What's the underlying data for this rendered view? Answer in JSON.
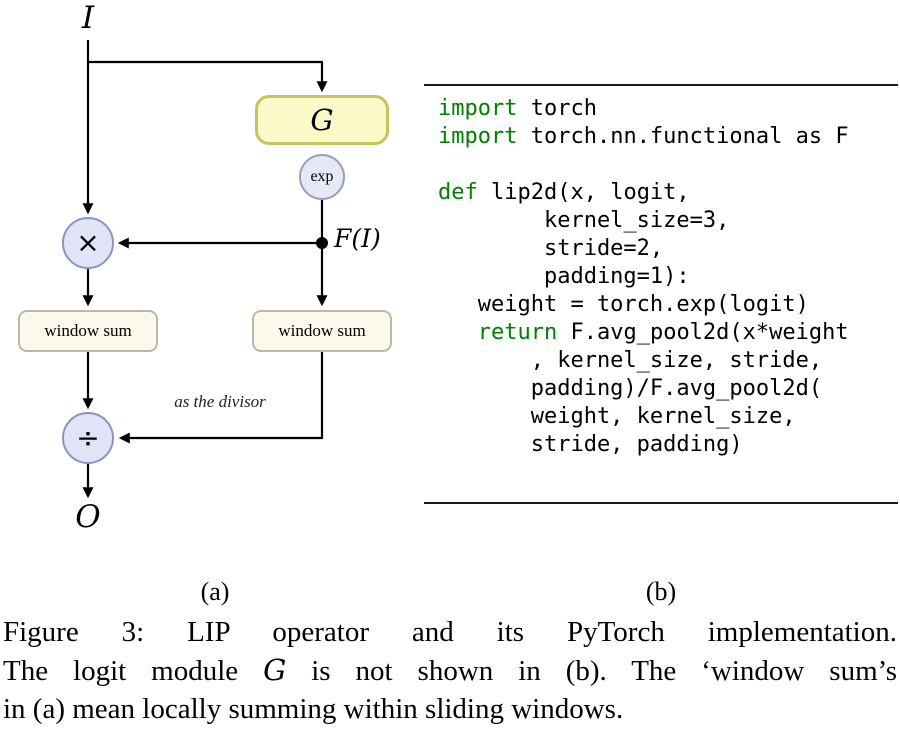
{
  "colors": {
    "g-box-fill": "#FAFAC9",
    "g-box-border": "#C9C35F",
    "node-circle-fill": "#E0E4F6",
    "node-circle-border": "#8A93C4",
    "exp-circle-fill": "#E6E8F5",
    "exp-circle-border": "#9A9FC0",
    "window-box-fill": "#FCF8EB",
    "window-box-border": "#BDB8A3",
    "keyword-green": "#008000"
  },
  "panel_a": {
    "panel_label": "(a)",
    "input_label": "I",
    "g_module_label": "G",
    "exp_label": "exp",
    "multiply_label": "×",
    "feature_label": "F(I)",
    "window_sum_left": "window sum",
    "window_sum_right": "window sum",
    "divisor_note": "as the divisor",
    "divide_label": "÷",
    "output_label": "O"
  },
  "panel_b": {
    "panel_label": "(b)",
    "code": [
      {
        "pre": "",
        "kw": "import",
        "rest": " torch"
      },
      {
        "pre": "",
        "kw": "import",
        "rest": " torch.nn.functional as F"
      },
      {
        "pre": "",
        "kw": "",
        "rest": ""
      },
      {
        "pre": "",
        "kw": "def",
        "rest": " lip2d(x, logit,"
      },
      {
        "pre": "        kernel_size=3,",
        "kw": "",
        "rest": ""
      },
      {
        "pre": "        stride=2,",
        "kw": "",
        "rest": ""
      },
      {
        "pre": "        padding=1):",
        "kw": "",
        "rest": ""
      },
      {
        "pre": "   weight = torch.exp(logit)",
        "kw": "",
        "rest": ""
      },
      {
        "pre": "   ",
        "kw": "return",
        "rest": " F.avg_pool2d(x*weight"
      },
      {
        "pre": "       , kernel_size, stride,",
        "kw": "",
        "rest": ""
      },
      {
        "pre": "       padding)/F.avg_pool2d(",
        "kw": "",
        "rest": ""
      },
      {
        "pre": "       weight, kernel_size,",
        "kw": "",
        "rest": ""
      },
      {
        "pre": "       stride, padding)",
        "kw": "",
        "rest": ""
      }
    ]
  },
  "caption": {
    "line1": "Figure 3: LIP operator and its PyTorch implementation.",
    "line2_pre": "The logit module ",
    "line2_g": "G",
    "line2_post": " is not shown in (b). The ‘window sum’s",
    "line3": "in (a) mean locally summing within sliding windows."
  }
}
